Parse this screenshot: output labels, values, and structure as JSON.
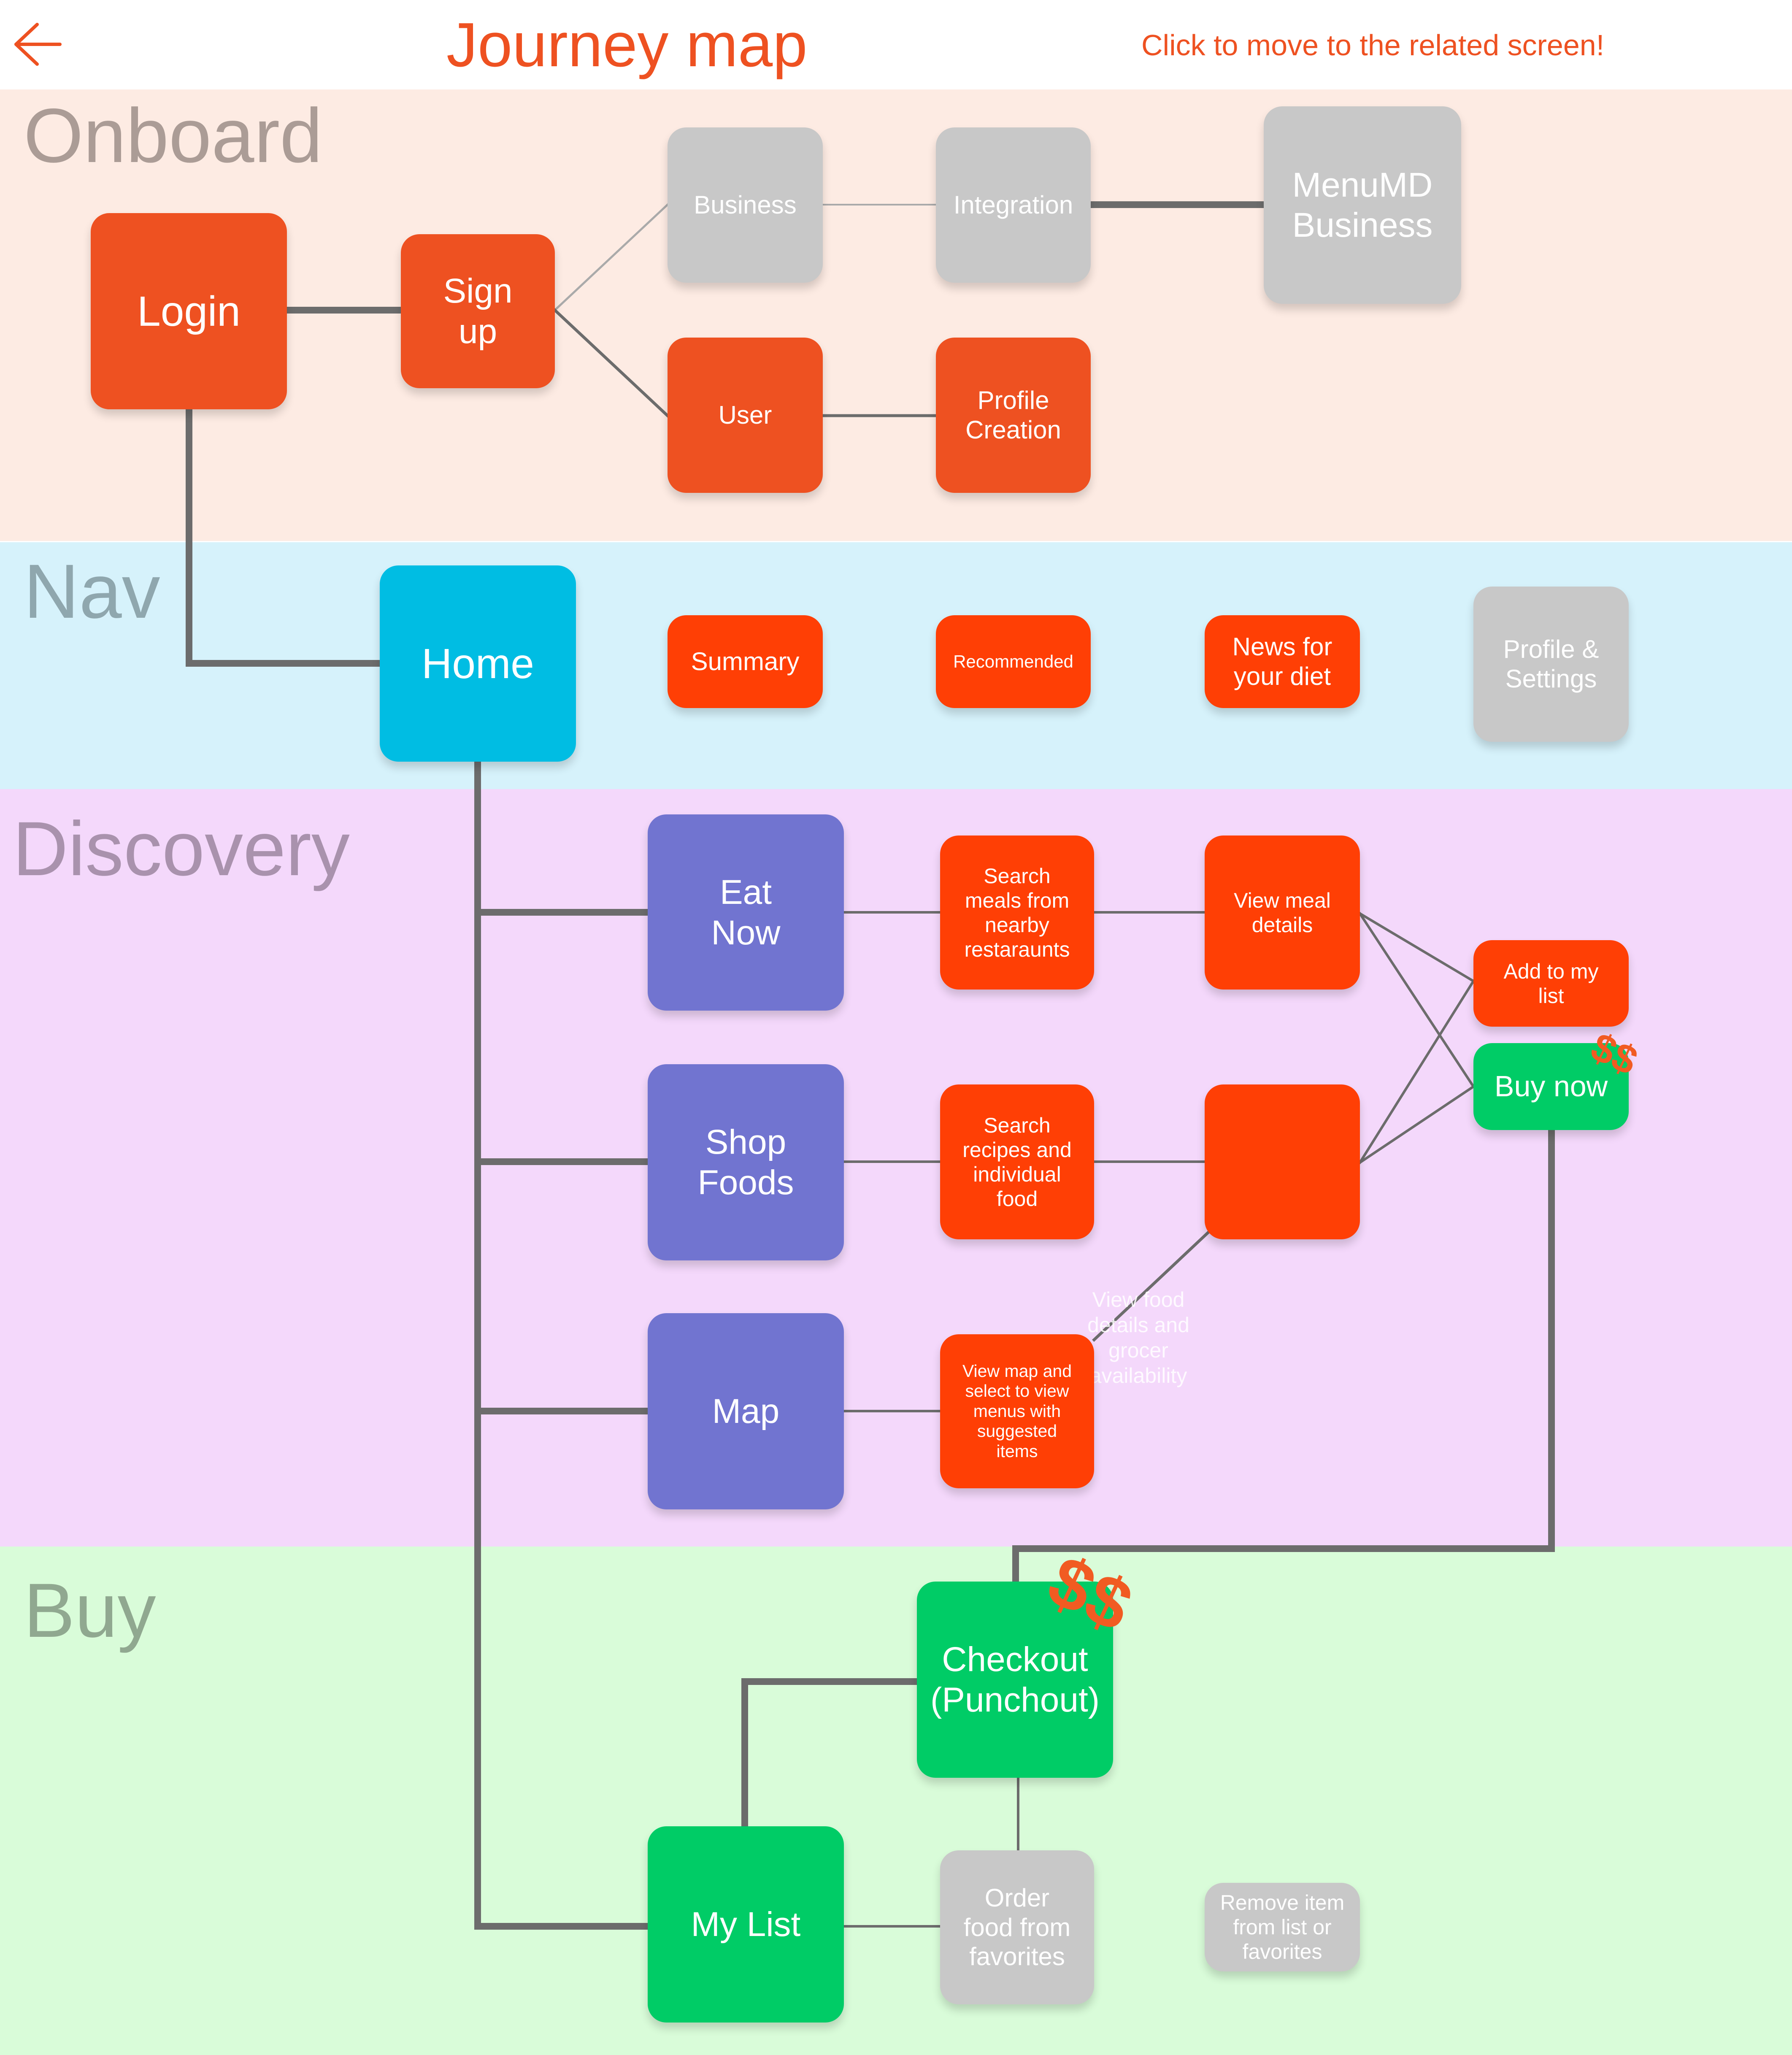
{
  "header": {
    "title": "Journey map",
    "hint": "Click to move to the related screen!",
    "back_icon": "arrow-left-icon"
  },
  "colors": {
    "accent": "#ee5121",
    "onboard_bg": "#fdebe3",
    "nav_bg": "#d6f2fb",
    "discovery_bg": "#f4d8fb",
    "buy_bg": "#d9fcd9",
    "orange": "#ee5121",
    "red_orange": "#ff3f05",
    "gray": "#c8c8c8",
    "blue": "#00bde3",
    "purple": "#7174d0",
    "green": "#00cc66",
    "connector": "#6c6c6c"
  },
  "sections": {
    "onboard": "Onboard",
    "nav": "Nav",
    "discovery": "Discovery",
    "buy": "Buy"
  },
  "nodes": {
    "login": "Login",
    "signup": "Sign\nup",
    "business": "Business",
    "integration": "Integration",
    "menumd_business": "MenuMD\nBusiness",
    "user": "User",
    "profile_creation": "Profile\nCreation",
    "home": "Home",
    "summary": "Summary",
    "recommended": "Recommended",
    "news_for_diet": "News for\nyour diet",
    "profile_settings": "Profile &\nSettings",
    "eat_now": "Eat\nNow",
    "search_meals": "Search\nmeals from\nnearby\nrestaraunts",
    "view_meal_details": "View meal\ndetails",
    "add_to_my_list": "Add to my\nlist",
    "buy_now": "Buy now",
    "shop_foods": "Shop\nFoods",
    "search_recipes": "Search\nrecipes and\nindividual\nfood",
    "view_food_details_box": "",
    "view_food_details_caption": "View food\ndetails and\ngrocer\navailability",
    "map": "Map",
    "view_map": "View map and\nselect to view\nmenus with\nsuggested\nitems",
    "checkout": "Checkout\n(Punchout)",
    "my_list": "My List",
    "order_from_favorites": "Order\nfood from\nfavorites",
    "remove_item": "Remove item\nfrom list or\nfavorites"
  },
  "money_marks": {
    "buy_now": "$$",
    "checkout": "$$"
  }
}
